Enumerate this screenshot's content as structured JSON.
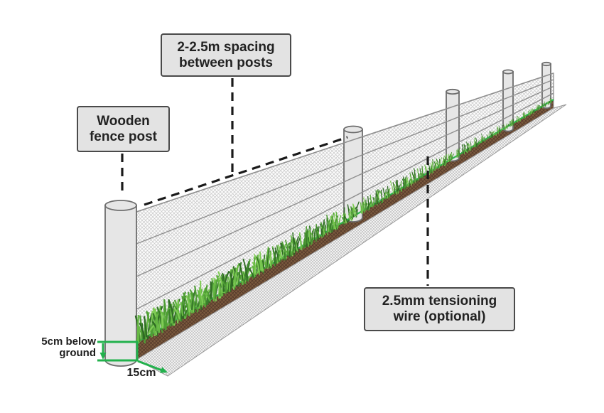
{
  "diagram": {
    "callouts": {
      "spacing": {
        "line1": "2-2.5m spacing",
        "line2": "between posts"
      },
      "wooden_post": {
        "line1": "Wooden",
        "line2": "fence post"
      },
      "tensioning_wire": {
        "line1": "2.5mm tensioning",
        "line2": "wire (optional)"
      }
    },
    "measurements": {
      "depth": {
        "line1": "5cm below",
        "line2": "ground"
      },
      "flap_width": "15cm"
    },
    "colors": {
      "background": "#ffffff",
      "callout_fill": "#e3e3e3",
      "callout_border": "#4a4a4a",
      "callout_text": "#222222",
      "annotation_dash": "#1a1a1a",
      "measure_green": "#22b14c",
      "post_fill": "#e6e6e6",
      "post_stroke": "#6d6d6d",
      "mesh_face": "#fdfdfd",
      "mesh_line": "#cccccc",
      "mesh_edge": "#9a9a9a",
      "wire_gray": "#8f8f8f",
      "soil_brown": "#7b5a3e",
      "soil_hatch": "#54392a",
      "ground_wire_green": "#2db34a",
      "grass_palette": [
        "#2f6b24",
        "#3a7d2c",
        "#4f9e35",
        "#66b844",
        "#7fcc55"
      ]
    }
  }
}
